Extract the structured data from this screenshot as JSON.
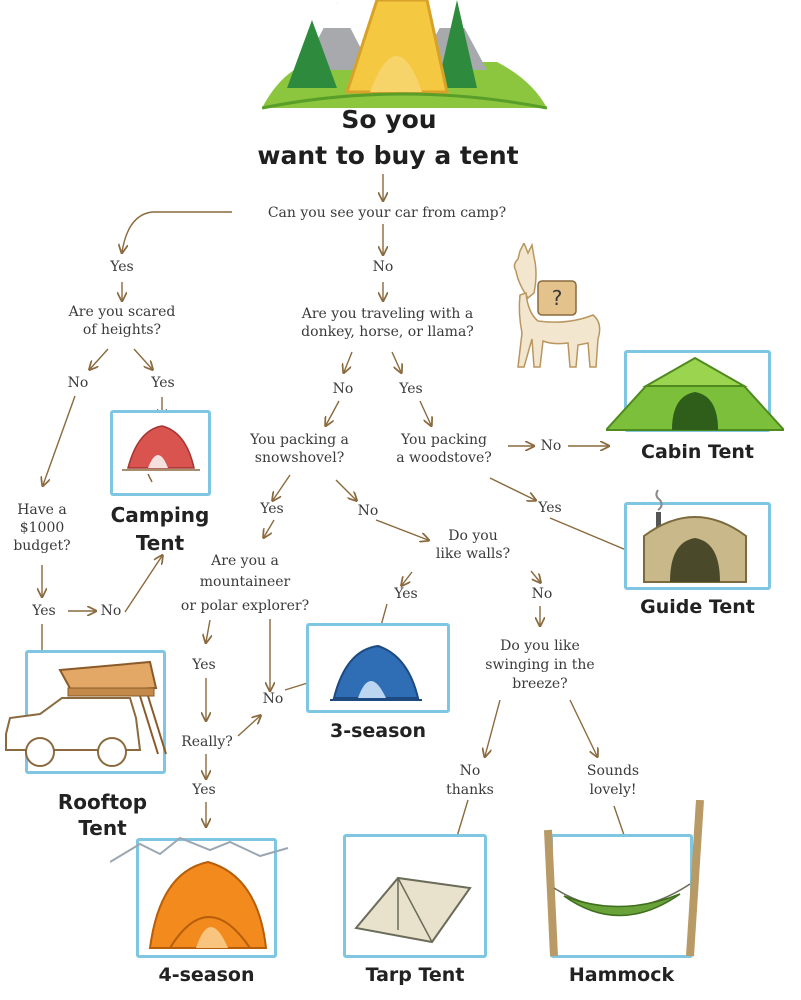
{
  "title": {
    "line1": "So you",
    "line2": "want to buy a tent"
  },
  "questions": {
    "car": "Can you see your car from camp?",
    "heights": [
      "Are you scared",
      "of heights?"
    ],
    "animal": [
      "Are you traveling with a",
      "donkey, horse, or llama?"
    ],
    "shovel": [
      "You packing a",
      "snowshovel?"
    ],
    "woodstove": [
      "You packing",
      "a woodstove?"
    ],
    "budget": [
      "Have a",
      "$1000",
      "budget?"
    ],
    "walls": [
      "Do you",
      "like walls?"
    ],
    "mountaineer": [
      "Are you a",
      "mountaineer",
      "or polar explorer?"
    ],
    "swinging": [
      "Do you like",
      "swinging in the",
      "breeze?"
    ],
    "really": "Really?"
  },
  "answers": {
    "car_yes": "Yes",
    "car_no": "No",
    "heights_no": "No",
    "heights_yes": "Yes",
    "animal_no": "No",
    "animal_yes": "Yes",
    "stove_no": "No",
    "shovel_yes": "Yes",
    "shovel_no": "No",
    "stove_yes": "Yes",
    "budget_yes": "Yes",
    "budget_no": "No",
    "walls_yes": "Yes",
    "walls_no": "No",
    "mount_yes": "Yes",
    "mount_no": "No",
    "really_yes": "Yes",
    "swing_no": [
      "No",
      "thanks"
    ],
    "swing_yes": [
      "Sounds",
      "lovely!"
    ]
  },
  "tents": {
    "cabin": "Cabin Tent",
    "camping": [
      "Camping",
      "Tent"
    ],
    "guide": "Guide Tent",
    "three_season": "3-season",
    "rooftop": [
      "Rooftop",
      "Tent"
    ],
    "four_season": "4-season",
    "tarp": "Tarp Tent",
    "hammock": "Hammock"
  },
  "llama_sign": "?",
  "colors": {
    "arrow": "#8a6a3e",
    "box_border": "#7fc6e3",
    "cabin_green": "#7bbf3a",
    "camping_red": "#d9534f",
    "three_season_blue": "#2f6db5",
    "four_season_orange": "#f28a1e",
    "tarp_beige": "#e8e2cc",
    "hammock_green": "#6aa23a",
    "guide_canvas": "#c9b98a",
    "header_yellow": "#f5c842"
  },
  "icons": [
    "header-tent-icon",
    "llama-icon",
    "cabin-tent-icon",
    "camping-tent-icon",
    "guide-tent-icon",
    "three-season-tent-icon",
    "rooftop-tent-icon",
    "four-season-tent-icon",
    "tarp-tent-icon",
    "hammock-icon"
  ]
}
